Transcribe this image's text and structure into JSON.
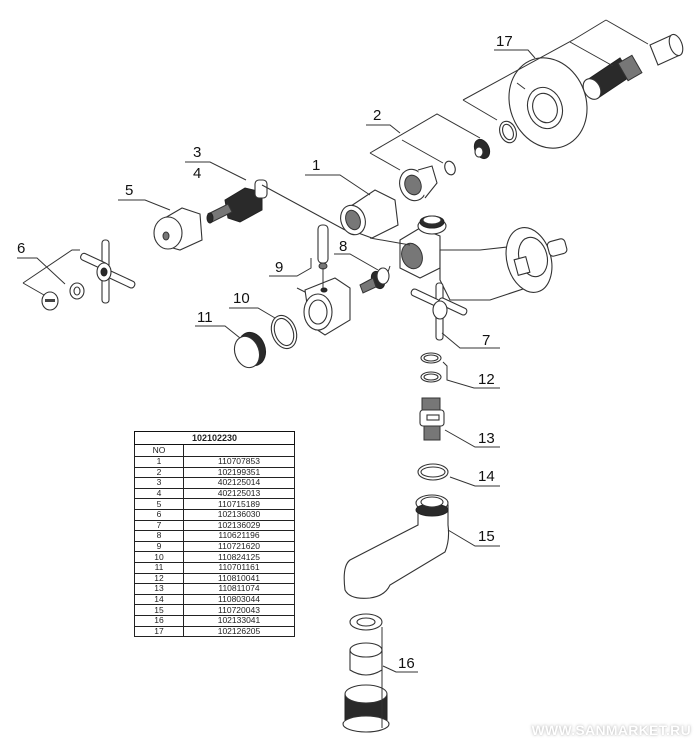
{
  "callouts": [
    "1",
    "2",
    "3",
    "4",
    "5",
    "6",
    "7",
    "8",
    "9",
    "10",
    "11",
    "12",
    "13",
    "14",
    "15",
    "16",
    "17"
  ],
  "table": {
    "title": "102102230",
    "header": {
      "no": "NO",
      "code": ""
    },
    "rows": [
      {
        "no": "1",
        "code": "110707853"
      },
      {
        "no": "2",
        "code": "102199351"
      },
      {
        "no": "3",
        "code": "402125014"
      },
      {
        "no": "4",
        "code": "402125013"
      },
      {
        "no": "5",
        "code": "110715189"
      },
      {
        "no": "6",
        "code": "102136030"
      },
      {
        "no": "7",
        "code": "102136029"
      },
      {
        "no": "8",
        "code": "110621196"
      },
      {
        "no": "9",
        "code": "110721620"
      },
      {
        "no": "10",
        "code": "110824125"
      },
      {
        "no": "11",
        "code": "110701161"
      },
      {
        "no": "12",
        "code": "110810041"
      },
      {
        "no": "13",
        "code": "110811074"
      },
      {
        "no": "14",
        "code": "110803044"
      },
      {
        "no": "15",
        "code": "110720043"
      },
      {
        "no": "16",
        "code": "102133041"
      },
      {
        "no": "17",
        "code": "102126205"
      }
    ]
  },
  "watermark": "WWW.SANMARKET.RU"
}
